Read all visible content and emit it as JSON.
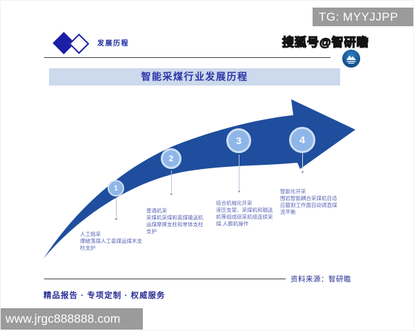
{
  "page": {
    "tg_badge": "TG: MYYJJPP",
    "watermark_sohu": "搜狐号@智研瞻",
    "watermark_site": "www.jrgc888888.com"
  },
  "header": {
    "logo_label": "发展历程",
    "title": "智能采煤行业发展历程"
  },
  "stages": [
    {
      "num": "1",
      "lines": [
        "人工炮采",
        "爆破落煤人工装煤运煤木支",
        "柱支护"
      ]
    },
    {
      "num": "2",
      "lines": [
        "普通机采",
        "采煤机采煤和装煤输送机",
        "运煤摩擦支柱和单体支柱",
        "支护"
      ]
    },
    {
      "num": "3",
      "lines": [
        "综合机械化开采",
        "液压支架、采煤机和输送",
        "机等组成综采机组连续采",
        "煤,人跟机操作"
      ]
    },
    {
      "num": "4",
      "lines": [
        "智能化开采",
        "围岩智能耦合采煤机自适",
        "应截割工作面自动调直煤",
        "流平衡"
      ]
    }
  ],
  "footer": {
    "source": "资料来源：智研瞻",
    "tagline": "精品报告 ·  专项定制 · 权威服务"
  },
  "colors": {
    "arrow_blue": "#1e4e9d",
    "circle_fill": "#8fb6e8",
    "circle_ring": "#cfdff4",
    "banner_bg": "#cdd9ec",
    "banner_text": "#2b35a8",
    "stage_text": "#5c66b4",
    "navy_text": "#272e93",
    "gray_band": "#9b9b9b",
    "logo_blue": "#1b1fa6"
  }
}
